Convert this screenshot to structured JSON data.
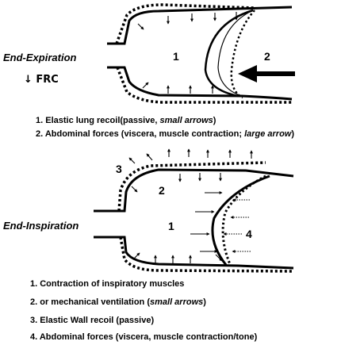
{
  "top": {
    "phase_label": "End-Expiration",
    "frc_label": "↓ FRC",
    "region_1": "1",
    "region_2": "2",
    "legend": [
      {
        "main": "1. Elastic lung recoil(passive, ",
        "em": "small arrows",
        "tail": ")"
      },
      {
        "main": "2. Abdominal forces (viscera, muscle contraction; ",
        "em": "large arrow",
        "tail": ")"
      }
    ]
  },
  "bottom": {
    "phase_label": "End-Inspiration",
    "region_1": "1",
    "region_2": "2",
    "region_3": "3",
    "region_4": "4",
    "legend": [
      {
        "main": "1. Contraction of inspiratory muscles",
        "em": "",
        "tail": ""
      },
      {
        "main": "2. or mechanical ventilation (",
        "em": "small arrows",
        "tail": ")"
      },
      {
        "main": "3. Elastic Wall recoil (passive)",
        "em": "",
        "tail": ""
      },
      {
        "main": "4. Abdominal forces (viscera, muscle contraction/tone)",
        "em": "",
        "tail": ""
      }
    ]
  }
}
